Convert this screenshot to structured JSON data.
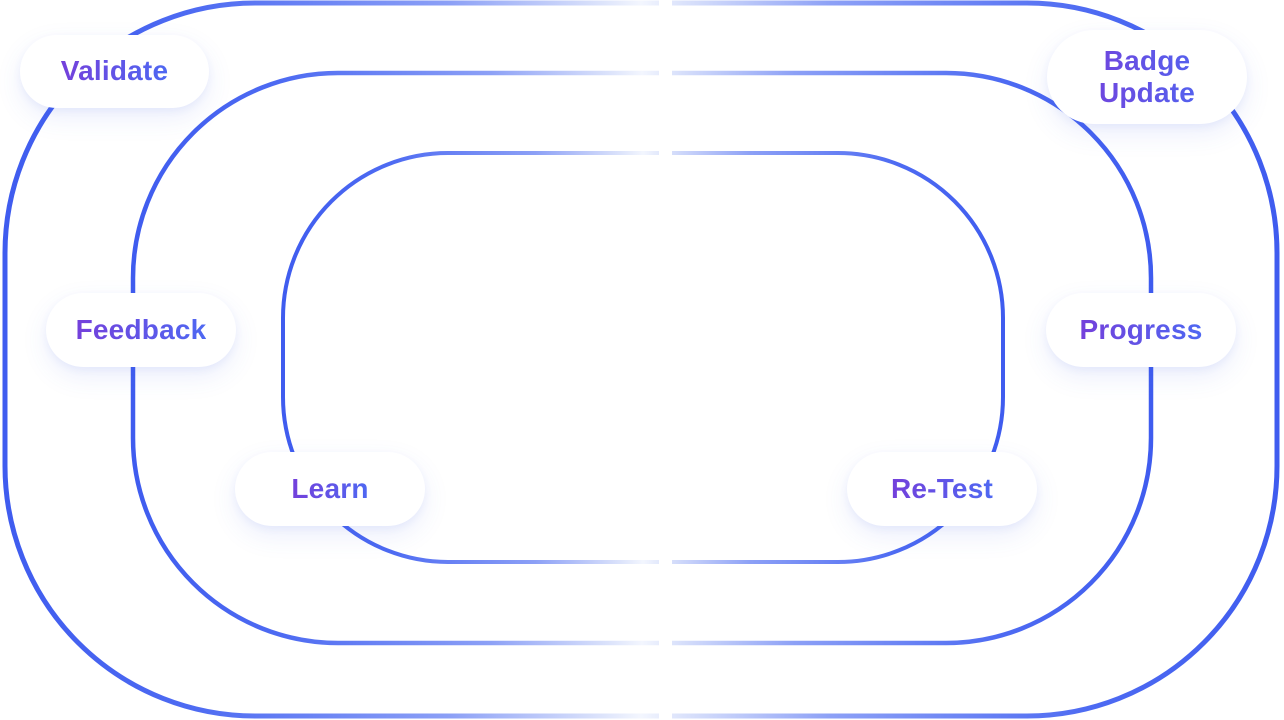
{
  "diagram": {
    "type": "concentric-loop-rings",
    "background_color": "#FFFFFF",
    "colors": {
      "ring_strong_blue": "#3F5CEF",
      "ring_mid_blue": "#8CA0F6",
      "ring_fade_light": "#F3F6FE",
      "pill_background": "#FFFFFF",
      "label_gradient_start": "#7440DB",
      "label_gradient_end": "#4E68F2"
    },
    "rings": [
      {
        "name": "outer",
        "labels": [
          "Validate",
          "Badge Update"
        ]
      },
      {
        "name": "middle",
        "labels": [
          "Feedback",
          "Progress"
        ]
      },
      {
        "name": "inner",
        "labels": [
          "Learn",
          "Re-Test"
        ]
      }
    ],
    "nodes": [
      {
        "id": "validate",
        "label": "Validate",
        "ring": "outer",
        "position": "top-left"
      },
      {
        "id": "badge-update",
        "label": "Badge Update",
        "ring": "outer",
        "position": "top-right"
      },
      {
        "id": "feedback",
        "label": "Feedback",
        "ring": "middle",
        "position": "left"
      },
      {
        "id": "progress",
        "label": "Progress",
        "ring": "middle",
        "position": "right"
      },
      {
        "id": "learn",
        "label": "Learn",
        "ring": "inner",
        "position": "bottom-left"
      },
      {
        "id": "re-test",
        "label": "Re-Test",
        "ring": "inner",
        "position": "bottom-right"
      }
    ]
  }
}
